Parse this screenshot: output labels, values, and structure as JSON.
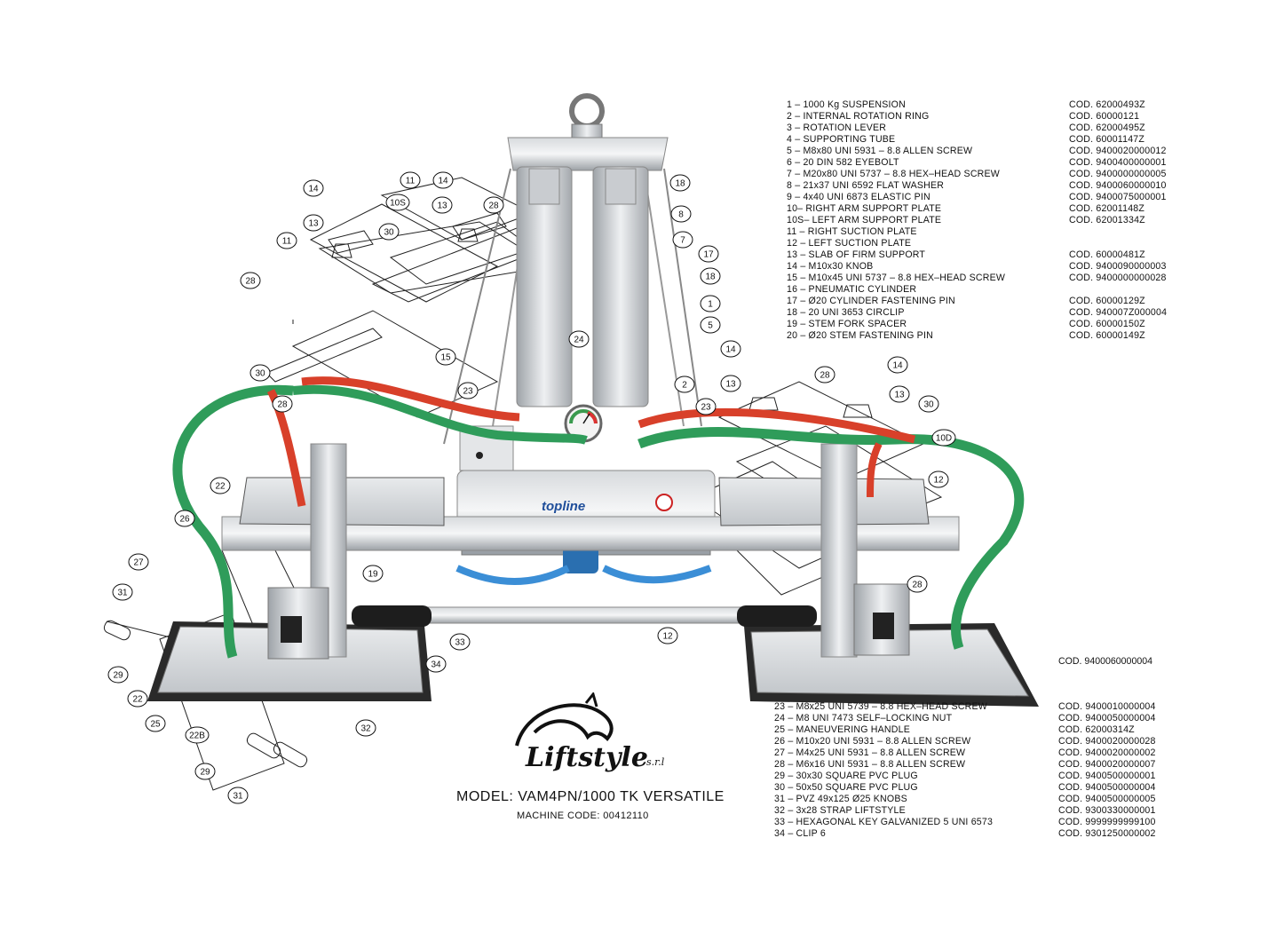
{
  "parts_top": [
    {
      "desc": "1 – 1000 Kg SUSPENSION",
      "code": "COD. 62000493Z"
    },
    {
      "desc": "2 – INTERNAL ROTATION RING",
      "code": "COD. 60000121"
    },
    {
      "desc": "3 – ROTATION LEVER",
      "code": "COD. 62000495Z"
    },
    {
      "desc": "4 – SUPPORTING TUBE",
      "code": "COD. 60001147Z"
    },
    {
      "desc": "5 – M8x80 UNI 5931 – 8.8 ALLEN SCREW",
      "code": "COD. 9400020000012"
    },
    {
      "desc": "6 – 20 DIN 582 EYEBOLT",
      "code": "COD. 9400400000001"
    },
    {
      "desc": "7 – M20x80 UNI 5737 – 8.8 HEX–HEAD SCREW",
      "code": "COD. 9400000000005"
    },
    {
      "desc": "8 – 21x37 UNI 6592 FLAT WASHER",
      "code": "COD. 9400060000010"
    },
    {
      "desc": "9 – 4x40 UNI 6873 ELASTIC PIN",
      "code": "COD. 9400075000001"
    },
    {
      "desc": "10– RIGHT ARM SUPPORT PLATE",
      "code": "COD. 62001148Z"
    },
    {
      "desc": "10S– LEFT ARM SUPPORT PLATE",
      "code": "COD. 62001334Z"
    },
    {
      "desc": "11 – RIGHT SUCTION PLATE",
      "code": ""
    },
    {
      "desc": "12 – LEFT SUCTION PLATE",
      "code": ""
    },
    {
      "desc": "13 – SLAB OF FIRM SUPPORT",
      "code": "COD. 60000481Z"
    },
    {
      "desc": "14 – M10x30 KNOB",
      "code": "COD. 9400090000003"
    },
    {
      "desc": "15 – M10x45 UNI 5737 – 8.8 HEX–HEAD SCREW",
      "code": "COD. 9400000000028"
    },
    {
      "desc": "16 – PNEUMATIC CYLINDER",
      "code": ""
    },
    {
      "desc": "17 – Ø20 CYLINDER FASTENING PIN",
      "code": "COD. 60000129Z"
    },
    {
      "desc": "18 – 20 UNI 3653 CIRCLIP",
      "code": "COD. 940007Z000004"
    },
    {
      "desc": "19 – STEM FORK SPACER",
      "code": "COD. 60000150Z"
    },
    {
      "desc": "20 – Ø20 STEM FASTENING PIN",
      "code": "COD. 60000149Z"
    }
  ],
  "lone_code": "COD. 9400060000004",
  "parts_bottom": [
    {
      "desc": "23 – M8x25 UNI 5739 – 8.8 HEX–HEAD SCREW",
      "code": "COD. 9400010000004"
    },
    {
      "desc": "24 – M8 UNI 7473 SELF–LOCKING NUT",
      "code": "COD. 9400050000004"
    },
    {
      "desc": "25 – MANEUVERING HANDLE",
      "code": "COD. 62000314Z"
    },
    {
      "desc": "26 – M10x20 UNI 5931 – 8.8 ALLEN SCREW",
      "code": "COD. 9400020000028"
    },
    {
      "desc": "27 – M4x25 UNI 5931 – 8.8 ALLEN SCREW",
      "code": "COD. 9400020000002"
    },
    {
      "desc": "28 – M6x16 UNI 5931 – 8.8 ALLEN SCREW",
      "code": "COD. 9400020000007"
    },
    {
      "desc": "29 – 30x30 SQUARE PVC PLUG",
      "code": "COD. 9400500000001"
    },
    {
      "desc": "30 – 50x50 SQUARE PVC PLUG",
      "code": "COD. 9400500000004"
    },
    {
      "desc": "31 – PVZ 49x125 Ø25 KNOBS",
      "code": "COD. 9400500000005"
    },
    {
      "desc": "32 – 3x28 STRAP LIFTSTYLE",
      "code": "COD. 9300330000001"
    },
    {
      "desc": "33 – HEXAGONAL KEY GALVANIZED 5 UNI 6573",
      "code": "COD. 9999999999100"
    },
    {
      "desc": "34 – CLIP 6",
      "code": "COD. 9301250000002"
    }
  ],
  "brand": {
    "name": "Liftstyle",
    "suffix": "s.r.l"
  },
  "model_line": "MODEL: VAM4PN/1000 TK VERSATILE",
  "machine_code": "MACHINE CODE: 00412110",
  "product_label": "topline",
  "callouts": [
    "14",
    "13",
    "11",
    "10S",
    "30",
    "11",
    "28",
    "14",
    "13",
    "28",
    "18",
    "8",
    "7",
    "17",
    "18",
    "1",
    "5",
    "24",
    "23",
    "2",
    "15",
    "30",
    "28",
    "22",
    "26",
    "27",
    "31",
    "29",
    "22",
    "25",
    "22B",
    "29",
    "31",
    "32",
    "33",
    "34",
    "12",
    "19",
    "14",
    "13",
    "28",
    "14",
    "13",
    "30",
    "10D",
    "12",
    "23",
    "28"
  ],
  "colors": {
    "hose_green": "#2f9c5a",
    "hose_red": "#d8402a",
    "metal": "#b9bdc2",
    "pad_dark": "#2a2a2a"
  }
}
